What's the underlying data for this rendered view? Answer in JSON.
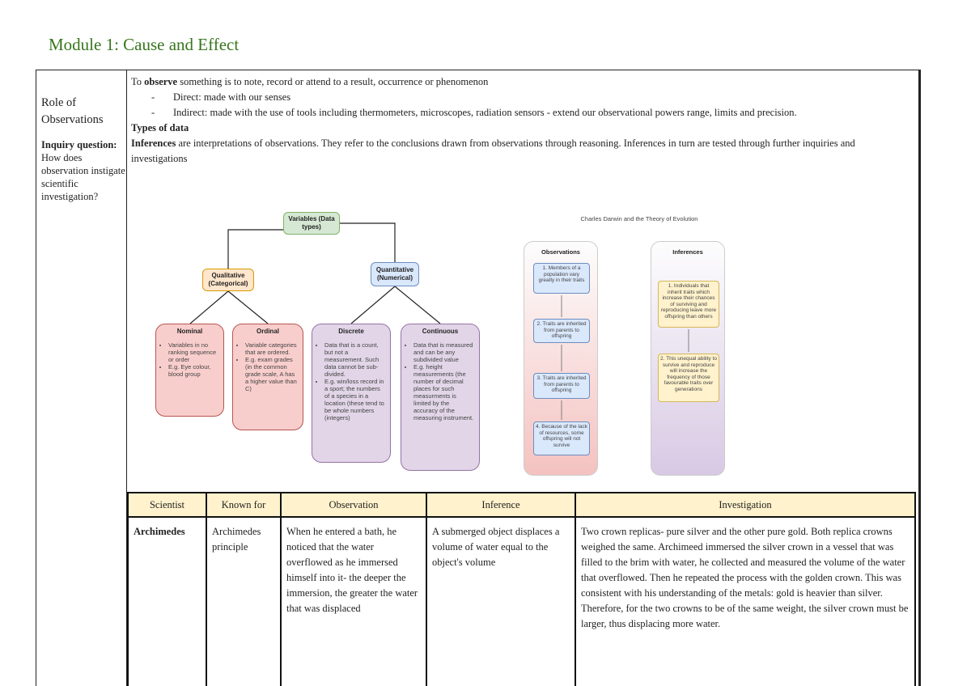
{
  "module_title": "Module 1: Cause and Effect",
  "left": {
    "role": "Role of Observations",
    "inquiry_label": "Inquiry question:",
    "inquiry_text": " How does observation instigate scientific investigation?"
  },
  "content": {
    "intro_prefix": "To ",
    "intro_bold": "observe",
    "intro_rest": " something is to note, record or attend to a result, occurrence or phenomenon",
    "bullet_dash": "-",
    "bullets": [
      "Direct: made with our senses",
      "Indirect: made with the use of tools including thermometers, microscopes, radiation sensors - extend our observational powers range, limits and precision."
    ],
    "types_heading": "Types of data",
    "inferences_bold": "Inferences",
    "inferences_rest": " are interpretations of observations. They refer to the conclusions drawn from observations through reasoning. Inferences in turn are tested through further inquiries and investigations"
  },
  "variables_figure": {
    "root": "Variables (Data types)",
    "qualitative": "Qualitative (Categorical)",
    "quantitative": "Quantitative (Numerical)",
    "nominal": {
      "title": "Nominal",
      "items": [
        "Variables in no ranking sequence or order",
        "E.g. Eye colour, blood group"
      ]
    },
    "ordinal": {
      "title": "Ordinal",
      "items": [
        "Variable categories that are ordered.",
        "E.g. exam grades (in the common grade scale, A has a higher value than C)"
      ]
    },
    "discrete": {
      "title": "Discrete",
      "items": [
        "Data that is a count, but not a measurement. Such data cannot be sub-divided.",
        "E.g. win/loss record in a sport; the numbers of a species in a location (these tend to be whole numbers (integers)"
      ]
    },
    "continuous": {
      "title": "Continuous",
      "items": [
        "Data that is measured and can be any subdivided value",
        "E.g. height measurements (the number of decimal places for such measurments is limited by the accuracy of the measuring instrument."
      ]
    }
  },
  "darwin_figure": {
    "title": "Charles Darwin and the Theory of Evolution",
    "observations_heading": "Observations",
    "inferences_heading": "Inferences",
    "observations": [
      "1. Members of a population vary greatly in their traits",
      "2. Traits are inherited from parents to offspring",
      "3. Traits are inherited from parents to offspring",
      "4. Because of the lack of resources, some offspring will not survive"
    ],
    "inferences": [
      "1. Individuals that inherit traits which increase their chances of surviving and reproducing leave more offspring than others",
      "2. This unequal ability to survive and reproduce will increase the frequency of those favourable traits over generations"
    ]
  },
  "table": {
    "headers": [
      "Scientist",
      "Known for",
      "Observation",
      "Inference",
      "Investigation"
    ],
    "row": {
      "scientist": "Archimedes",
      "known_for": "Archimedes principle",
      "observation": "When he entered a bath, he noticed that the water overflowed as he immersed himself into it- the deeper the immersion, the greater the water that was displaced",
      "inference": "A submerged object displaces a volume of water equal to the object's volume",
      "investigation": "Two crown replicas- pure silver and the other pure gold. Both replica crowns weighed the same. Archimeed immersed the silver crown in a vessel that was filled to the brim with water, he collected and measured the volume of the water that overflowed. Then he repeated the process with the golden crown. This was consistent with his understanding of the metals: gold is heavier than silver. Therefore, for the two crowns to be of the same weight, the silver crown must be larger, thus displacing more water."
    }
  }
}
